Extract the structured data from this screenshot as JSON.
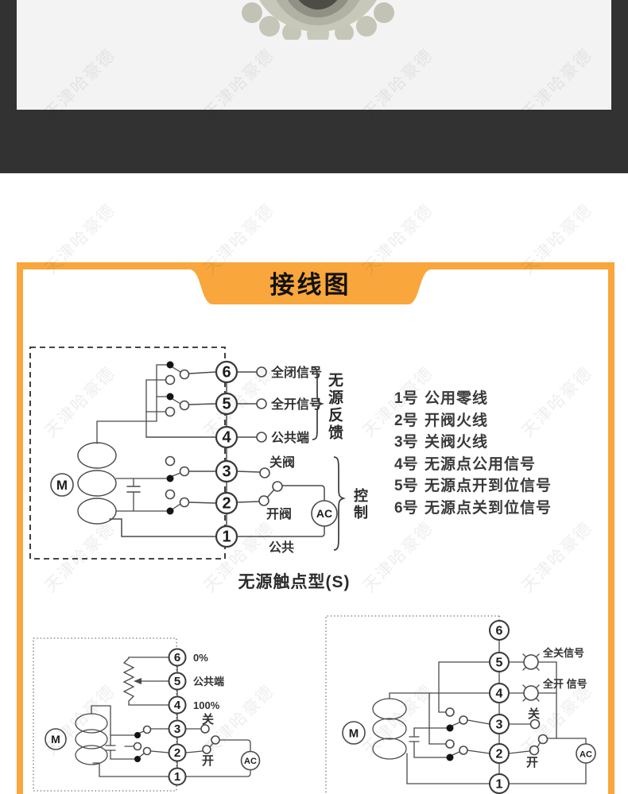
{
  "header": {
    "title": "接线图"
  },
  "watermark": {
    "text": "天津哈豪德"
  },
  "colors": {
    "accent": "#F9A63C",
    "page_dark": "#323232",
    "photo_bg": "#f3f3f3",
    "line": "#4a4a4a"
  },
  "terminal_notes": {
    "items": [
      {
        "num": "1号",
        "label": "公用零线"
      },
      {
        "num": "2号",
        "label": "开阀火线"
      },
      {
        "num": "3号",
        "label": "关阀火线"
      },
      {
        "num": "4号",
        "label": "无源点公用信号"
      },
      {
        "num": "5号",
        "label": "无源点开到位信号"
      },
      {
        "num": "6号",
        "label": "无源点关到位信号"
      }
    ]
  },
  "diagram_main": {
    "caption": "无源触点型(S)",
    "terminals": [
      "6",
      "5",
      "4",
      "3",
      "2",
      "1"
    ],
    "labels": {
      "t6": "全闭信号",
      "t5": "全开信号",
      "t4": "公共端",
      "t3": "关阀",
      "t2": "开阀",
      "t1": "公共"
    },
    "group_feedback": "无源反馈",
    "group_control": "控制",
    "ac": "AC",
    "motor": "M"
  },
  "diagram_pot": {
    "terminals": [
      "6",
      "5",
      "4",
      "3",
      "2",
      "1"
    ],
    "labels": {
      "t6": "0%",
      "t5": "公共端",
      "t4": "100%",
      "t3": "关",
      "t2": "开"
    },
    "ac": "AC",
    "motor": "M"
  },
  "diagram_lamp": {
    "terminals": [
      "6",
      "5",
      "4",
      "3",
      "2",
      "1"
    ],
    "labels": {
      "t5": "全关信号",
      "t4": "全开 信号",
      "t3": "关",
      "t2": "开"
    },
    "ac": "AC",
    "motor": "M"
  }
}
